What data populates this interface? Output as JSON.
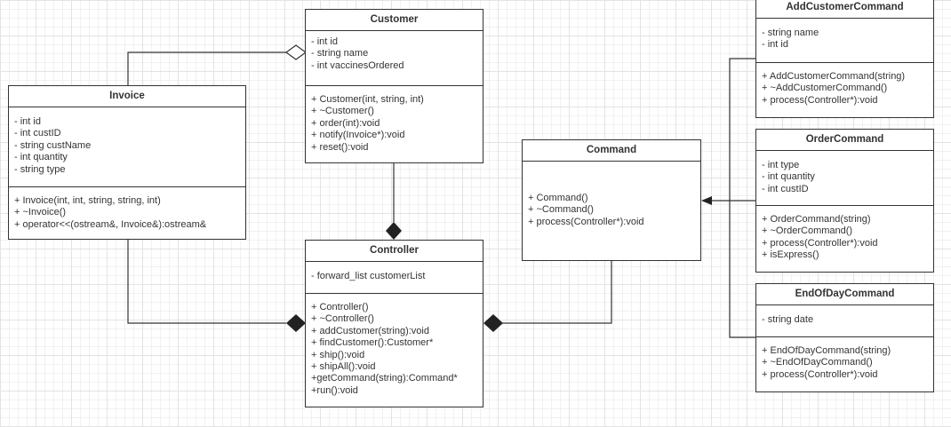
{
  "classes": {
    "customer": {
      "name": "Customer",
      "attributes": [
        "- int id",
        "- string name",
        "- int vaccinesOrdered"
      ],
      "operations": [
        "+ Customer(int, string, int)",
        "+ ~Customer()",
        "+ order(int):void",
        "+ notify(Invoice*):void",
        "+ reset():void"
      ]
    },
    "invoice": {
      "name": "Invoice",
      "attributes": [
        "- int id",
        "- int custID",
        "- string custName",
        "- int quantity",
        "- string type"
      ],
      "operations": [
        "+ Invoice(int, int, string, string, int)",
        "+ ~Invoice()",
        "+ operator<<(ostream&, Invoice&):ostream&"
      ]
    },
    "controller": {
      "name": "Controller",
      "attributes": [
        "- forward_list customerList"
      ],
      "operations": [
        "+ Controller()",
        "+ ~Controller()",
        "+ addCustomer(string):void",
        "+ findCustomer():Customer*",
        "+ ship():void",
        "+ shipAll():void",
        "+getCommand(string):Command*",
        "+run():void"
      ]
    },
    "command": {
      "name": "Command",
      "attributes": [],
      "operations": [
        "+ Command()",
        "+ ~Command()",
        "+ process(Controller*):void"
      ]
    },
    "addCustomerCommand": {
      "name": "AddCustomerCommand",
      "attributes": [
        "- string name",
        "- int id"
      ],
      "operations": [
        "+ AddCustomerCommand(string)",
        "+ ~AddCustomerCommand()",
        "+ process(Controller*):void"
      ]
    },
    "orderCommand": {
      "name": "OrderCommand",
      "attributes": [
        "- int type",
        "- int quantity",
        "- int custID"
      ],
      "operations": [
        "+ OrderCommand(string)",
        "+ ~OrderCommand()",
        "+ process(Controller*):void",
        "+ isExpress()"
      ]
    },
    "endOfDayCommand": {
      "name": "EndOfDayCommand",
      "attributes": [
        "- string date"
      ],
      "operations": [
        "+ EndOfDayCommand(string)",
        "+ ~EndOfDayCommand()",
        "+ process(Controller*):void"
      ]
    }
  },
  "relations": [
    {
      "from": "invoice",
      "to": "customer",
      "type": "aggregation"
    },
    {
      "from": "customer",
      "to": "controller",
      "type": "composition"
    },
    {
      "from": "invoice",
      "to": "controller",
      "type": "composition"
    },
    {
      "from": "command",
      "to": "controller",
      "type": "composition"
    },
    {
      "from": "addCustomerCommand",
      "to": "command",
      "type": "generalization"
    },
    {
      "from": "orderCommand",
      "to": "command",
      "type": "generalization"
    },
    {
      "from": "endOfDayCommand",
      "to": "command",
      "type": "generalization"
    }
  ],
  "colors": {
    "line": "#333333",
    "box": "#ffffff",
    "text": "#333333"
  }
}
